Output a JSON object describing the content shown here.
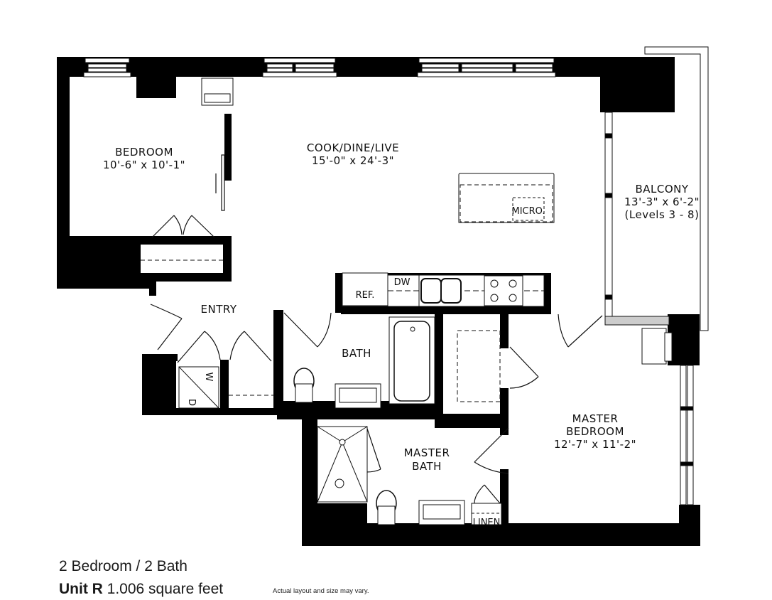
{
  "floorplan": {
    "rooms": [
      {
        "id": "bedroom",
        "name": "BEDROOM",
        "dimensions": "10'-6\" x 10'-1\""
      },
      {
        "id": "cook-dine-live",
        "name": "COOK/DINE/LIVE",
        "dimensions": "15'-0\" x 24'-3\""
      },
      {
        "id": "balcony",
        "name": "BALCONY",
        "dimensions": "13'-3\" x 6'-2\"",
        "note": "(Levels 3 - 8)"
      },
      {
        "id": "entry",
        "name": "ENTRY"
      },
      {
        "id": "bath",
        "name": "BATH"
      },
      {
        "id": "master-bedroom",
        "name_line1": "MASTER",
        "name_line2": "BEDROOM",
        "dimensions": "12'-7\" x 11'-2\""
      },
      {
        "id": "master-bath",
        "name_line1": "MASTER",
        "name_line2": "BATH"
      }
    ],
    "fixtures": {
      "micro": "MICRO.",
      "ref": "REF.",
      "dw": "DW",
      "linen": "LINEN",
      "washer": "W",
      "dryer": "D"
    },
    "colors": {
      "wall": "#000000",
      "background": "#ffffff",
      "line": "#111111",
      "glass": "#bdbdbd"
    }
  },
  "footer": {
    "bed_bath": "2 Bedroom / 2 Bath",
    "unit_label": "Unit R",
    "square_feet": "1.006 square feet",
    "disclaimer": "Actual layout and size may vary."
  }
}
